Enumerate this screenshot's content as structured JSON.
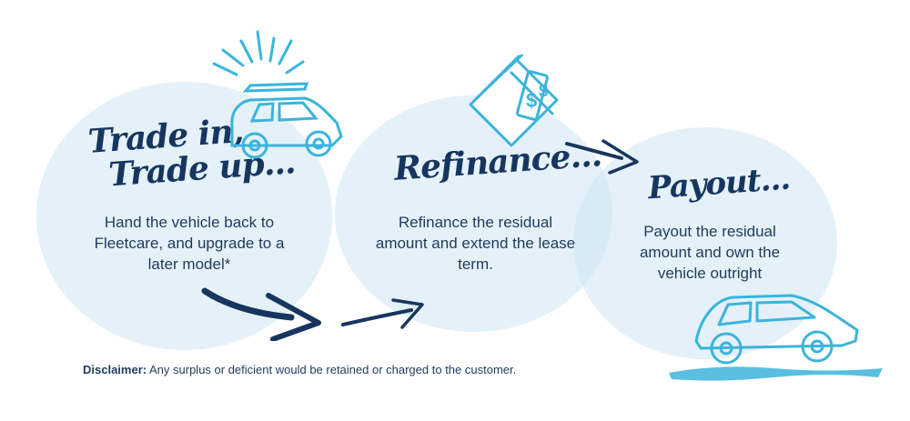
{
  "colors": {
    "navy": "#17365f",
    "text": "#1f3a5c",
    "blob": "#d4e9f4",
    "car": "#3bb4dc"
  },
  "steps": [
    {
      "title_line1": "Trade in,",
      "title_line2": "Trade up...",
      "description": "Hand the vehicle back to Fleetcare, and upgrade to a later model*",
      "icon": "car-icon"
    },
    {
      "title": "Refinance...",
      "description": "Refinance the residual amount and extend the lease term.",
      "icon": "money-icon"
    },
    {
      "title": "Payout...",
      "description": "Payout the residual amount and own the vehicle outright",
      "icon": "car-icon"
    }
  ],
  "disclaimer": {
    "label": "Disclaimer:",
    "text": "Any surplus or deficient would be retained or charged to the customer."
  }
}
